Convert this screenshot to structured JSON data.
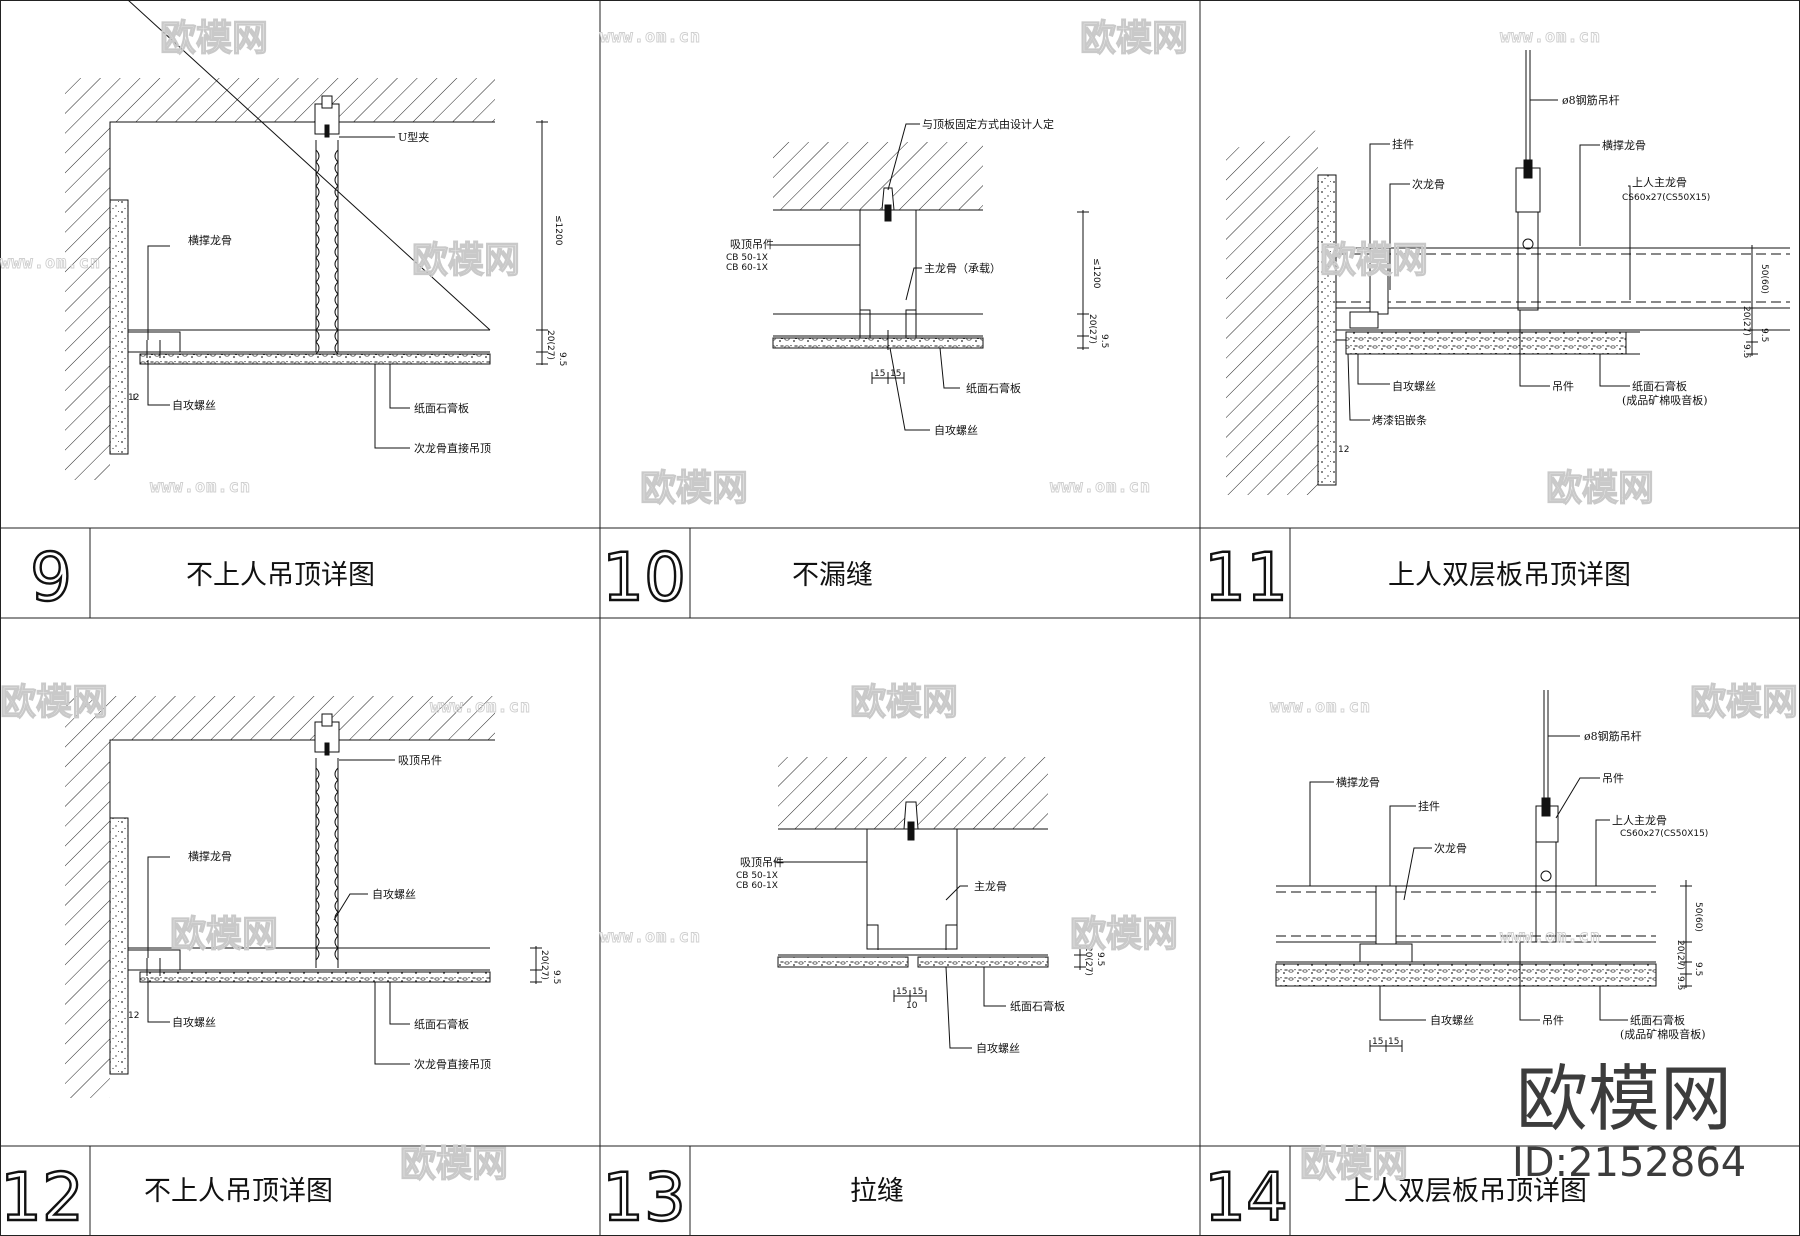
{
  "watermark": {
    "brand": "欧模网",
    "url": "www.om.cn"
  },
  "stamp": {
    "brand": "欧模网",
    "id": "ID:2152864"
  },
  "panels": [
    {
      "number": "9",
      "title": "不上人吊顶详图",
      "labels": {
        "clip": "U型夹",
        "brace": "横撑龙骨",
        "screw": "自攻螺丝",
        "board": "纸面石膏板",
        "sub": "次龙骨直接吊顶"
      },
      "dims": {
        "d1": "≤1200",
        "d2": "20(27)",
        "d3": "9.5",
        "d4": "12"
      }
    },
    {
      "number": "10",
      "title": "不漏缝",
      "labels": {
        "fix": "与顶板固定方式由设计人定",
        "hanger1": "吸顶吊件",
        "hanger2": "CB 50-1X",
        "hanger3": "CB 60-1X",
        "main": "主龙骨（承载）",
        "board": "纸面石膏板",
        "screw": "自攻螺丝"
      },
      "dims": {
        "d1": "≤1200",
        "d2": "20(27)",
        "d3": "9.5",
        "w1": "15",
        "w2": "15"
      }
    },
    {
      "number": "11",
      "title": "上人双层板吊顶详图",
      "labels": {
        "rod": "ø8钢筋吊杆",
        "hook": "挂件",
        "brace": "横撑龙骨",
        "sub": "次龙骨",
        "main1": "上人主龙骨",
        "main2": "CS60x27(CS50X15)",
        "screw": "自攻螺丝",
        "hanger": "吊件",
        "board1": "纸面石膏板",
        "board2": "(成品矿棉吸音板)",
        "trim": "烤漆铝嵌条"
      },
      "dims": {
        "d1": "50(60)",
        "d2": "20(27)",
        "d3": "9.5",
        "d4": "9.5",
        "d5": "12"
      }
    },
    {
      "number": "12",
      "title": "不上人吊顶详图",
      "labels": {
        "hanger": "吸顶吊件",
        "brace": "横撑龙骨",
        "screw2": "自攻螺丝",
        "screw": "自攻螺丝",
        "board": "纸面石膏板",
        "sub": "次龙骨直接吊顶"
      },
      "dims": {
        "d2": "20(27)",
        "d3": "9.5",
        "d4": "12"
      }
    },
    {
      "number": "13",
      "title": "拉缝",
      "labels": {
        "hanger1": "吸顶吊件",
        "hanger2": "CB 50-1X",
        "hanger3": "CB 60-1X",
        "main": "主龙骨",
        "board": "纸面石膏板",
        "screw": "自攻螺丝"
      },
      "dims": {
        "d2": "20(27)",
        "d3": "9.5",
        "w1": "15",
        "w2": "15",
        "w3": "10"
      }
    },
    {
      "number": "14",
      "title": "上人双层板吊顶详图",
      "labels": {
        "rod": "ø8钢筋吊杆",
        "brace": "横撑龙骨",
        "hook": "挂件",
        "hanger": "吊件",
        "main1": "上人主龙骨",
        "main2": "CS60x27(CS50X15)",
        "sub": "次龙骨",
        "screw": "自攻螺丝",
        "hanger2": "吊件",
        "board1": "纸面石膏板",
        "board2": "(成品矿棉吸音板)"
      },
      "dims": {
        "d1": "50(60)",
        "d2": "20(27)",
        "d3": "9.5",
        "d4": "9.5",
        "w1": "15",
        "w2": "15"
      }
    }
  ]
}
